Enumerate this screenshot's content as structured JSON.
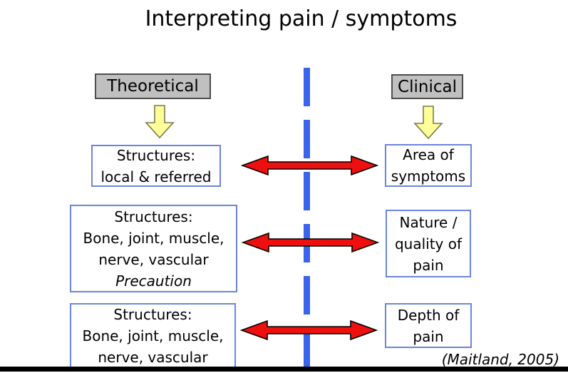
{
  "title": "Interpreting pain / symptoms",
  "headers": {
    "theoretical": "Theoretical",
    "clinical": "Clinical"
  },
  "rows": [
    {
      "left": {
        "lines": [
          "Structures:",
          "local & referred"
        ]
      },
      "right": {
        "lines": [
          "Area of",
          "symptoms"
        ]
      }
    },
    {
      "left": {
        "lines": [
          "Structures:",
          "Bone, joint, muscle,",
          "nerve, vascular"
        ],
        "emphasis": "Precaution"
      },
      "right": {
        "lines": [
          "Nature /",
          "quality of",
          "pain"
        ]
      }
    },
    {
      "left": {
        "lines": [
          "Structures:",
          "Bone, joint, muscle,",
          "nerve, vascular"
        ]
      },
      "right": {
        "lines": [
          "Depth of",
          "pain"
        ]
      }
    }
  ],
  "citation": "(Maitland, 2005)",
  "colors": {
    "header_fill": "#c0c0c0",
    "header_border": "#4d4d4d",
    "box_border": "#6b85dd",
    "red_arrow": "#ee0f0f",
    "yellow_arrow_fill": "#ffff99",
    "yellow_arrow_stroke": "#7a7a4d",
    "divider_blue": "#3a64ec",
    "bottom_bar": "#000000"
  },
  "icons": {
    "down_arrow": "down-arrow-icon",
    "double_arrow": "double-headed-arrow-icon"
  }
}
